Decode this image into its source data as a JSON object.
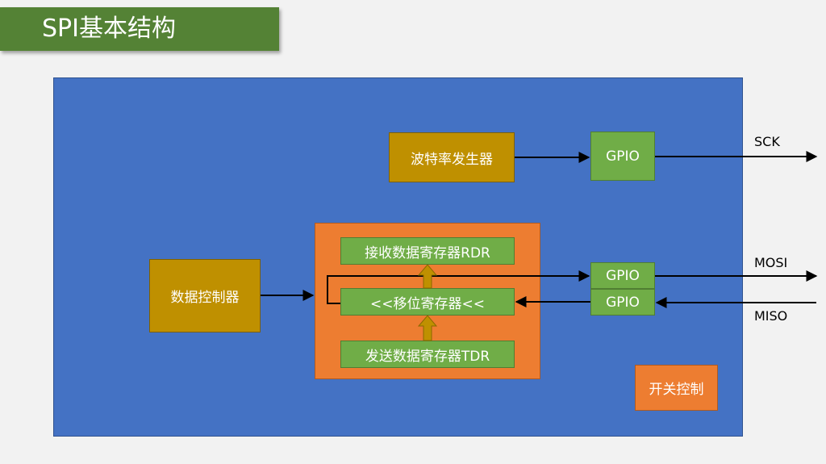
{
  "title": "SPI基本结构",
  "blocks": {
    "baud_generator": "波特率发生器",
    "gpio_sck": "GPIO",
    "data_controller": "数据控制器",
    "receive_register": "接收数据寄存器RDR",
    "shift_register": "<<移位寄存器<<",
    "transmit_register": "发送数据寄存器TDR",
    "gpio_mosi": "GPIO",
    "gpio_miso": "GPIO",
    "switch_control": "开关控制"
  },
  "signals": {
    "sck": "SCK",
    "mosi": "MOSI",
    "miso": "MISO"
  },
  "colors": {
    "title_bar": "#548235",
    "panel": "#4472c4",
    "gold_block": "#bf9000",
    "green_block": "#70ad47",
    "orange_block": "#ed7d31",
    "internal_arrow": "#bf9000"
  }
}
